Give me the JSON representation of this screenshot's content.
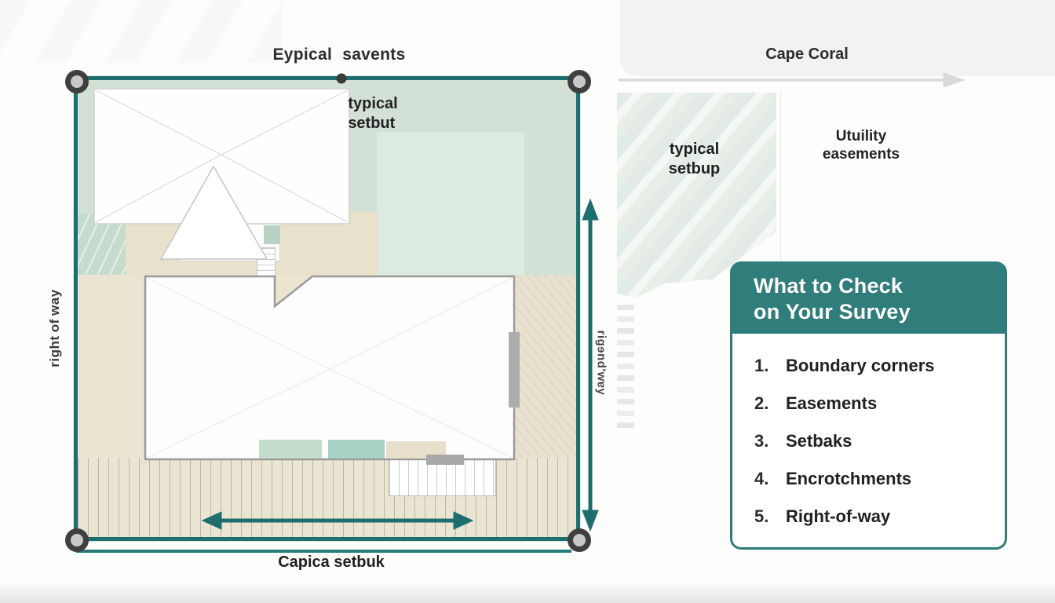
{
  "plot": {
    "top_label": "Eypical savents",
    "bottom_label": "Capica setbuk",
    "left_rotated_label": "right of way",
    "right_rotated_label": "rigɘnd'wɐy",
    "setback_label_line1": "typical",
    "setback_label_line2": "setbut"
  },
  "street": {
    "label": "Cape Coral"
  },
  "easements": {
    "stripe_label_line1": "typical",
    "stripe_label_line2": "setbup",
    "utility_label_line1": "Utuility",
    "utility_label_line2": "easements"
  },
  "checklist": {
    "title_line1": "What to Check",
    "title_line2": "on Your Survey",
    "items": [
      {
        "num": "1.",
        "label": "Boundary corners"
      },
      {
        "num": "2.",
        "label": "Easements"
      },
      {
        "num": "3.",
        "label": "Setbaks"
      },
      {
        "num": "4.",
        "label": "Encrotchments"
      },
      {
        "num": "5.",
        "label": "Right-of-way"
      }
    ]
  },
  "icons": {
    "corner_marker": "boundary-corner-marker",
    "double_arrow_horizontal": "setback-width-arrow",
    "double_arrow_vertical": "right-of-way-arrow",
    "street_arrow": "street-direction-arrow"
  },
  "colors": {
    "boundary_teal": "#1d6e6d",
    "accent_teal": "#2f7e7b",
    "lot_sage": "#d3e0d6",
    "setback_green": "#dceae1",
    "beige": "#eae4d1",
    "marker_ring": "#3f3f3f",
    "street_arrow_gray": "#d9d9d9"
  }
}
